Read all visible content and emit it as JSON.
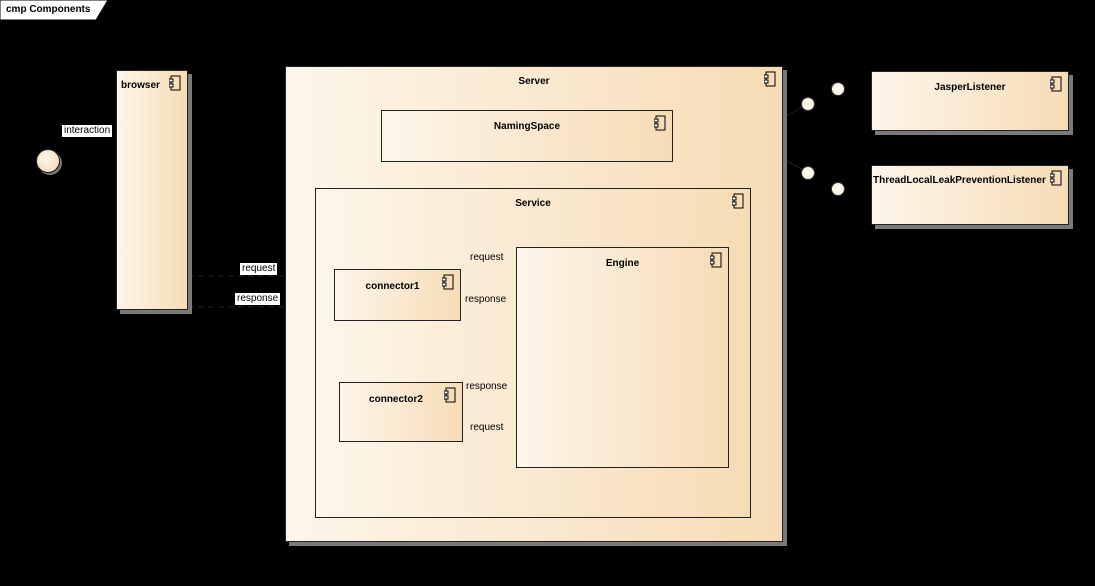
{
  "frame": {
    "title": "cmp Components"
  },
  "actor_label": "",
  "components": {
    "browser": "browser",
    "server": "Server",
    "naming_space": "NamingSpace",
    "service": "Service",
    "engine": "Engine",
    "connector1": "connector1",
    "connector2": "connector2",
    "jasper_listener": "JasperListener",
    "thread_listener": "ThreadLocalLeakPreventionListener"
  },
  "edges": {
    "interaction": "interaction",
    "request_outer": "request",
    "response_outer": "response",
    "request_c1": "request",
    "response_c1": "response",
    "response_c2": "response",
    "request_c2": "request"
  }
}
